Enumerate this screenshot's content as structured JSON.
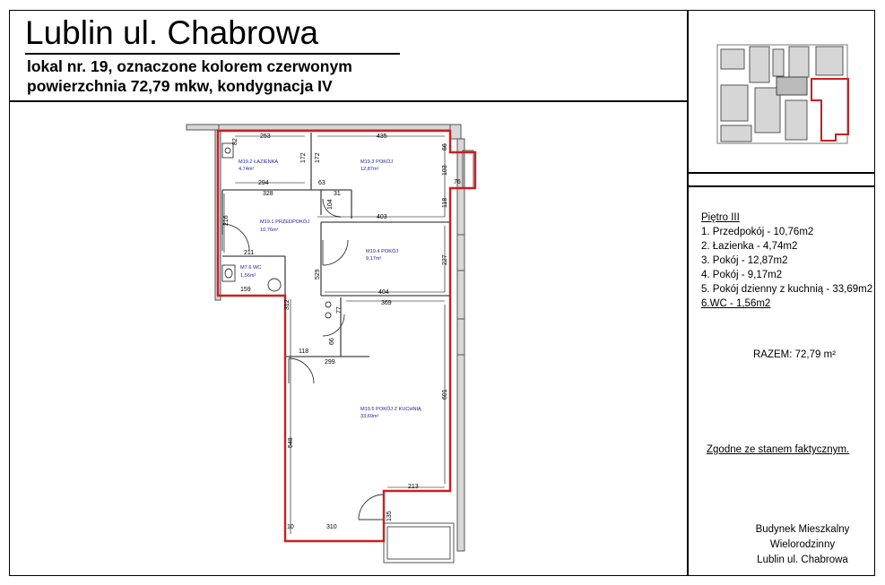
{
  "header": {
    "title": "Lublin ul. Chabrowa",
    "line1": "lokal nr. 19,  oznaczone  kolorem czerwonym",
    "line2": "powierzchnia 72,79 mkw, kondygnacja IV"
  },
  "legend": {
    "heading": "Piętro III",
    "items": [
      "1. Przedpokój -  10,76m2",
      "2. Łazienka - 4,74m2",
      "3. Pokój - 12,87m2",
      "4. Pokój - 9,17m2",
      "5. Pokój dzienny z kuchnią - 33,69m2",
      "6.WC - 1,56m2"
    ],
    "total": "RAZEM:  72,79 m²",
    "note": "Zgodne ze stanem faktycznym.",
    "building": [
      "Budynek Mieszkalny",
      "Wielorodzinny",
      "Lublin ul. Chabrowa"
    ]
  },
  "rooms": [
    {
      "code": "M19.2",
      "name": "ŁAZIENKA",
      "area": "4,74m²"
    },
    {
      "code": "M19.3",
      "name": "POKÓJ",
      "area": "12,87m²"
    },
    {
      "code": "M19.1",
      "name": "PRZEDPOKÓJ",
      "area": "10,76m²"
    },
    {
      "code": "M19.4",
      "name": "POKÓJ",
      "area": "9,17m²"
    },
    {
      "code": "M7.6",
      "name": "WC",
      "area": "1,56m²"
    },
    {
      "code": "M19.5",
      "name": "POKÓJ Z KUCHNIĄ",
      "area": "33,69m²"
    }
  ],
  "dims": {
    "d253": "253",
    "d435": "435",
    "d82": "82",
    "d172a": "172",
    "d172b": "172",
    "d66a": "66",
    "d103": "103",
    "d76": "76",
    "d294": "294",
    "d63": "63",
    "d328": "328",
    "d31": "31",
    "d104": "104",
    "d118a": "118",
    "d403": "403",
    "d216": "216",
    "d211": "211",
    "d227": "227",
    "d529": "529",
    "d159": "159",
    "d404": "404",
    "d312": "312",
    "d369": "369",
    "d77": "77",
    "d66b": "66",
    "d118b": "118",
    "d299": "299",
    "d601": "601",
    "d548": "548",
    "d213": "213",
    "d135": "135",
    "d10": "10",
    "d310": "310"
  },
  "colors": {
    "outline": "#cc1f1f",
    "room_label": "#1a1aa0"
  }
}
